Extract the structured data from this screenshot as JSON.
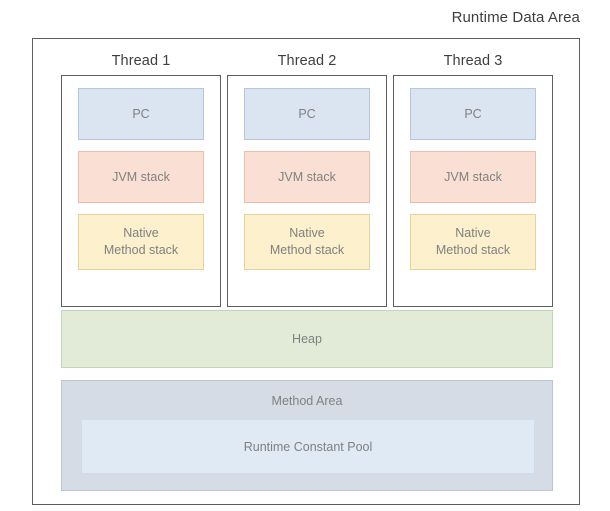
{
  "diagram": {
    "title": "Runtime Data Area",
    "type": "block-diagram",
    "threads": [
      {
        "label": "Thread 1",
        "blocks": [
          {
            "name": "pc",
            "label": "PC",
            "color": "#dbe5f1"
          },
          {
            "name": "jvm-stack",
            "label": "JVM stack",
            "color": "#fae0d4"
          },
          {
            "name": "native-method-stack",
            "label": "Native\nMethod stack",
            "line1": "Native",
            "line2": "Method stack",
            "color": "#fcf0cd"
          }
        ]
      },
      {
        "label": "Thread 2",
        "blocks": [
          {
            "name": "pc",
            "label": "PC",
            "color": "#dbe5f1"
          },
          {
            "name": "jvm-stack",
            "label": "JVM stack",
            "color": "#fae0d4"
          },
          {
            "name": "native-method-stack",
            "label": "Native\nMethod stack",
            "line1": "Native",
            "line2": "Method stack",
            "color": "#fcf0cd"
          }
        ]
      },
      {
        "label": "Thread 3",
        "blocks": [
          {
            "name": "pc",
            "label": "PC",
            "color": "#dbe5f1"
          },
          {
            "name": "jvm-stack",
            "label": "JVM stack",
            "color": "#fae0d4"
          },
          {
            "name": "native-method-stack",
            "label": "Native\nMethod stack",
            "line1": "Native",
            "line2": "Method stack",
            "color": "#fcf0cd"
          }
        ]
      }
    ],
    "heap": {
      "label": "Heap",
      "color": "#e1ebd8"
    },
    "method_area": {
      "label": "Method Area",
      "color": "#d5dce6",
      "constant_pool": {
        "label": "Runtime Constant Pool",
        "color": "#e0eaf5"
      }
    },
    "colors": {
      "outer_border": "#5e5e5e",
      "title_text": "#3f3f3f",
      "block_text": "#808080",
      "background": "#ffffff"
    }
  }
}
